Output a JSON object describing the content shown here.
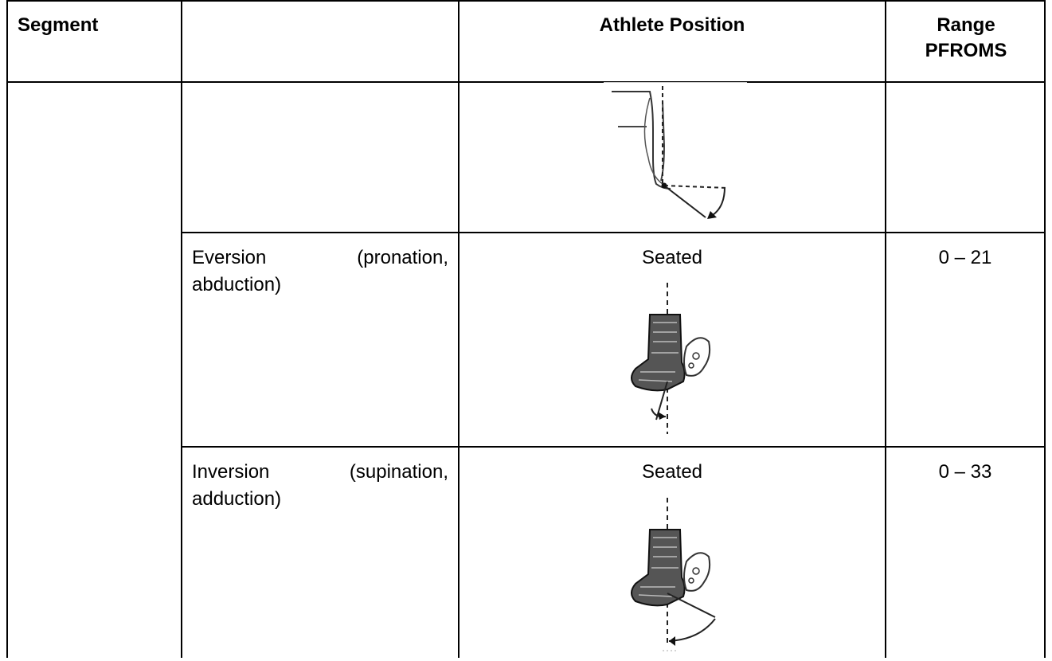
{
  "table": {
    "headers": {
      "segment": "Segment",
      "movement": "",
      "athlete_position": "Athlete Position",
      "range": "Range PFROMS"
    },
    "rows": [
      {
        "movement": "",
        "position": "",
        "range": "",
        "figure": "ankle-dorsiflexion-side-view-figure"
      },
      {
        "movement": "Eversion (pronation, abduction)",
        "position": "Seated",
        "range": "0 – 21",
        "figure": "foot-eversion-goniometer-figure"
      },
      {
        "movement": "Inversion (supination, adduction)",
        "position": "Seated",
        "range": "0 – 33",
        "figure": "foot-inversion-goniometer-figure"
      }
    ]
  }
}
